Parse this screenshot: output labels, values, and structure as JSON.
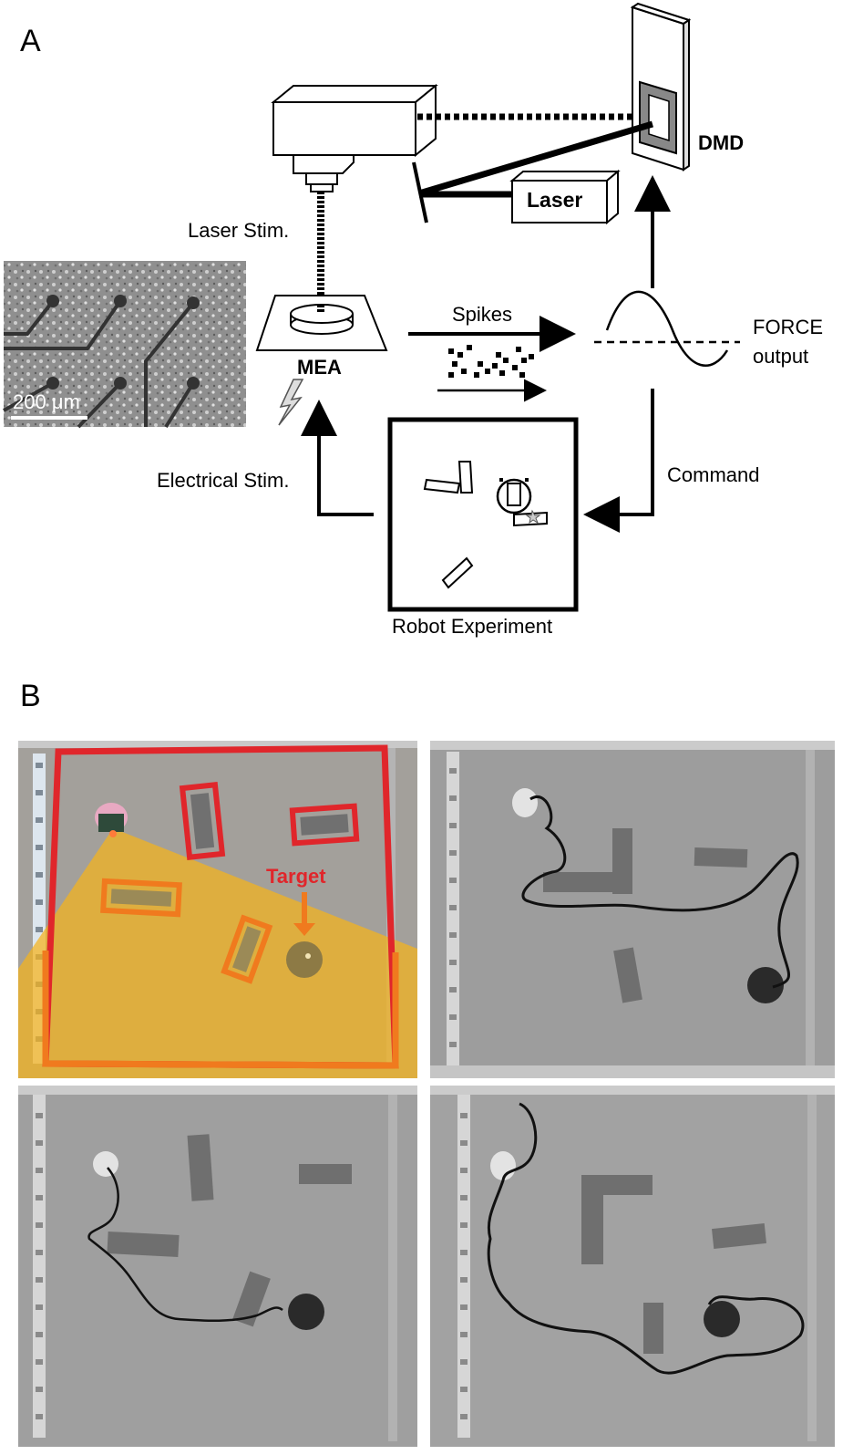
{
  "panel_a": {
    "letter": "A",
    "labels": {
      "dmd": "DMD",
      "laser": "Laser",
      "laser_stim": "Laser Stim.",
      "mea": "MEA",
      "spikes": "Spikes",
      "force_output_line1": "FORCE",
      "force_output_line2": "output",
      "command": "Command",
      "electrical_stim": "Electrical Stim.",
      "robot_experiment": "Robot Experiment",
      "scale_bar": "200 μm"
    }
  },
  "panel_b": {
    "letter": "B",
    "target_label": "Target"
  },
  "colors": {
    "red_border": "#e0262b",
    "yellow_overlay": "#f5b31c",
    "orange_outline": "#f07a1e",
    "arena_gray": "#9a9a9a",
    "path_black": "#111111"
  }
}
